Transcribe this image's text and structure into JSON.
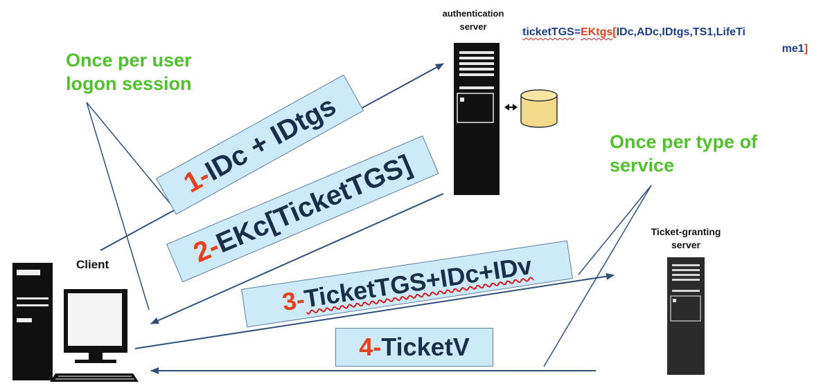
{
  "labels": {
    "authentication_server": [
      "authentication",
      "server"
    ],
    "ticket_granting_server": [
      "Ticket-granting",
      "server"
    ],
    "client": "Client",
    "once_per_user": [
      "Once per user",
      "logon session"
    ],
    "once_per_service": [
      "Once per type of",
      "service"
    ]
  },
  "formula": {
    "lhs": "ticketTGS",
    "eq": "=",
    "key": "EKtgs",
    "open": "[",
    "args_line1": "IDc,ADc,IDtgs,TS1,LifeTi",
    "args_line2": "me1",
    "close": "]"
  },
  "steps": [
    {
      "num": "1-",
      "text": " IDc + IDtgs"
    },
    {
      "num": "2-",
      "text": " EKc",
      "rest": " [TicketTGS]"
    },
    {
      "num": "3-",
      "text": " ",
      "main": "TicketTGS+IDc+IDv"
    },
    {
      "num": "4-",
      "text": "TicketV"
    }
  ],
  "colors": {
    "green_text": "#4fc12a",
    "step_number": "#e8401c",
    "box_fill": "#cdeaf9",
    "box_border": "#5f7ea4",
    "arrow": "#2f4f7a",
    "database": "#f2dc8c"
  },
  "icons": [
    "server-tower-icon",
    "database-icon",
    "desktop-computer-icon",
    "keyboard-icon"
  ]
}
